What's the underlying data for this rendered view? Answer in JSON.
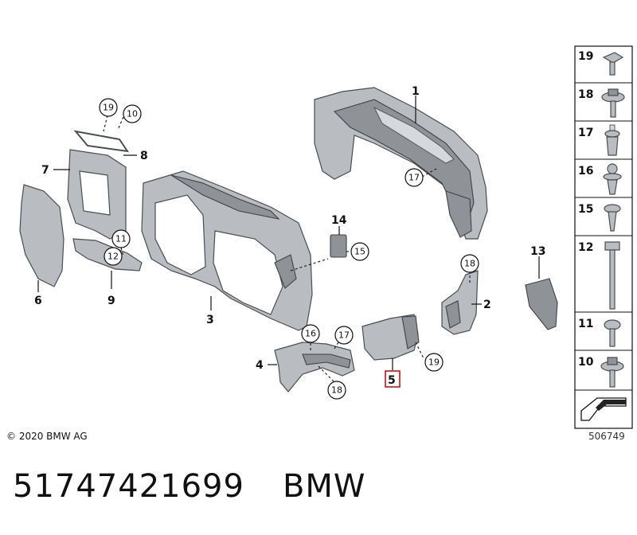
{
  "callouts": {
    "c1": "1",
    "c2": "2",
    "c3": "3",
    "c4": "4",
    "c5": "5",
    "c6": "6",
    "c7": "7",
    "c8": "8",
    "c9": "9",
    "c10": "10",
    "c11": "11",
    "c12": "12",
    "c13": "13",
    "c14": "14",
    "c15": "15",
    "c16": "16",
    "c17": "17",
    "c17b": "17",
    "c18": "18",
    "c18b": "18",
    "c19": "19",
    "c19b": "19"
  },
  "panel": {
    "items": [
      {
        "num": "19",
        "icon": "bolt-icon"
      },
      {
        "num": "18",
        "icon": "flange-screw-icon"
      },
      {
        "num": "17",
        "icon": "expansion-rivet-icon"
      },
      {
        "num": "16",
        "icon": "clip-icon"
      },
      {
        "num": "15",
        "icon": "tapping-screw-icon"
      },
      {
        "num": "12",
        "icon": "long-bolt-icon"
      },
      {
        "num": "11",
        "icon": "screw-icon"
      },
      {
        "num": "10",
        "icon": "washer-screw-icon"
      }
    ]
  },
  "copyright": "© 2020 BMW AG",
  "diagram_number": "506749",
  "footer": {
    "part_number": "51747421699",
    "brand": "BMW"
  },
  "colors": {
    "highlight": "#cc0000",
    "part_fill": "#b9bcc0"
  }
}
